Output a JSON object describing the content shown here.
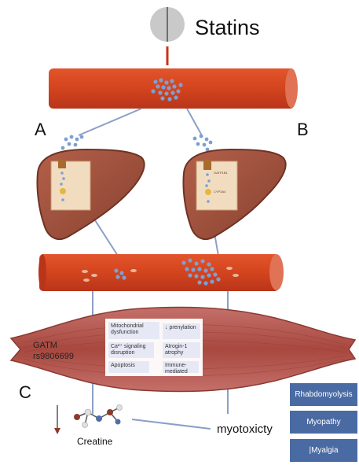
{
  "title": "Statins",
  "labels": {
    "a": "A",
    "b": "B",
    "c": "C"
  },
  "muscle": {
    "gene_line1": "GATM",
    "gene_line2": "rs9806699",
    "effects": [
      "Mitochondrial dysfunction",
      "↓ prenylation",
      "Ca²⁺ signaling disruption",
      "Atrogin-1 atrophy",
      "Apoptosis",
      "Immune-mediated"
    ]
  },
  "creatine": "Creatine",
  "myotoxicity": "myotoxicty",
  "outcomes": [
    "Rhabdomyolysis",
    "Myopathy",
    "|Myalgia"
  ],
  "liver_b_labels": [
    "OATP1B1",
    "CYP3A4"
  ],
  "colors": {
    "vessel": "#d4441e",
    "liver": "#a0533d",
    "muscle": "#bb5a55",
    "outcome": "#4a6aa3",
    "pill_grey": "#c8c8c8"
  }
}
